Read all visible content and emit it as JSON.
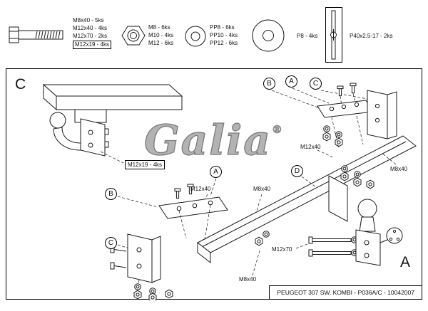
{
  "legend": {
    "bolt": {
      "labels": [
        "M8x40 - 5ks",
        "M12x40 - 4ks",
        "M12x70 - 2ks"
      ],
      "boxed_label": "M12x19 - 4ks"
    },
    "nut": {
      "labels": [
        "M8 - 6ks",
        "M10 - 4ks",
        "M12 - 6ks"
      ]
    },
    "washer": {
      "labels": [
        "PP8 - 6ks",
        "PP10 - 4ks",
        "PP12 - 6ks"
      ]
    },
    "washer_large": {
      "label": "P8 - 4ks"
    },
    "spacer": {
      "label": "P40x2.5-17 - 2ks"
    }
  },
  "drawing": {
    "corner_top_left": "C",
    "corner_bottom_right": "A",
    "watermark": "Galia",
    "watermark_mark": "®",
    "callouts": {
      "b1": "B",
      "a1": "A",
      "c1": "C",
      "a2": "A",
      "d": "D",
      "b2": "B",
      "c2": "C"
    },
    "labels": {
      "ball_bolts": "M12x19 - 4ks",
      "top_right_m12": "M12x40",
      "top_right_m8": "M8x40",
      "mid_m12": "M12x40",
      "mid_m8": "M8x40",
      "ball_m12": "M12x70",
      "bottom_m8": "M8x40"
    },
    "title_block": "PEUGEOT 307 SW. KOMBI - P036A/C - 10042007"
  }
}
